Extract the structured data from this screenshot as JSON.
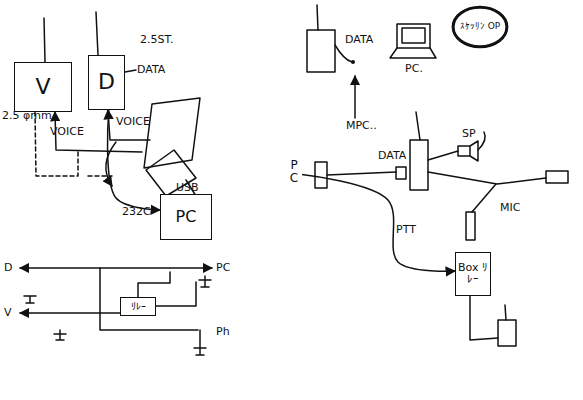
{
  "diagram": {
    "nodes": [
      {
        "text": [
          "V"
        ]
      },
      {
        "text": [
          "D"
        ]
      },
      {
        "text": [
          "PC"
        ]
      },
      {
        "text": [
          "ﾘﾚｰ"
        ]
      },
      {
        "text": [
          "PC."
        ]
      },
      {
        "text": [
          "ｽｹｯﾘﾝ OP"
        ]
      },
      {
        "text": [
          "P C"
        ]
      },
      {
        "text": [
          "Box ﾘﾚｰ"
        ]
      }
    ],
    "edges": [
      {
        "from": 1,
        "to": 2,
        "label": "232C",
        "arrow": "to"
      },
      {
        "from": 6,
        "to": 7,
        "label": "PTT",
        "arrow": "to"
      }
    ],
    "labels": [
      "2.5ST.",
      "DATA",
      "2.5 φmm",
      "VOICE",
      "VOICE",
      "USB",
      "D",
      "PC",
      "V",
      "Ph",
      "DATA",
      "MPC..",
      "DATA",
      "SP",
      "MIC"
    ]
  }
}
